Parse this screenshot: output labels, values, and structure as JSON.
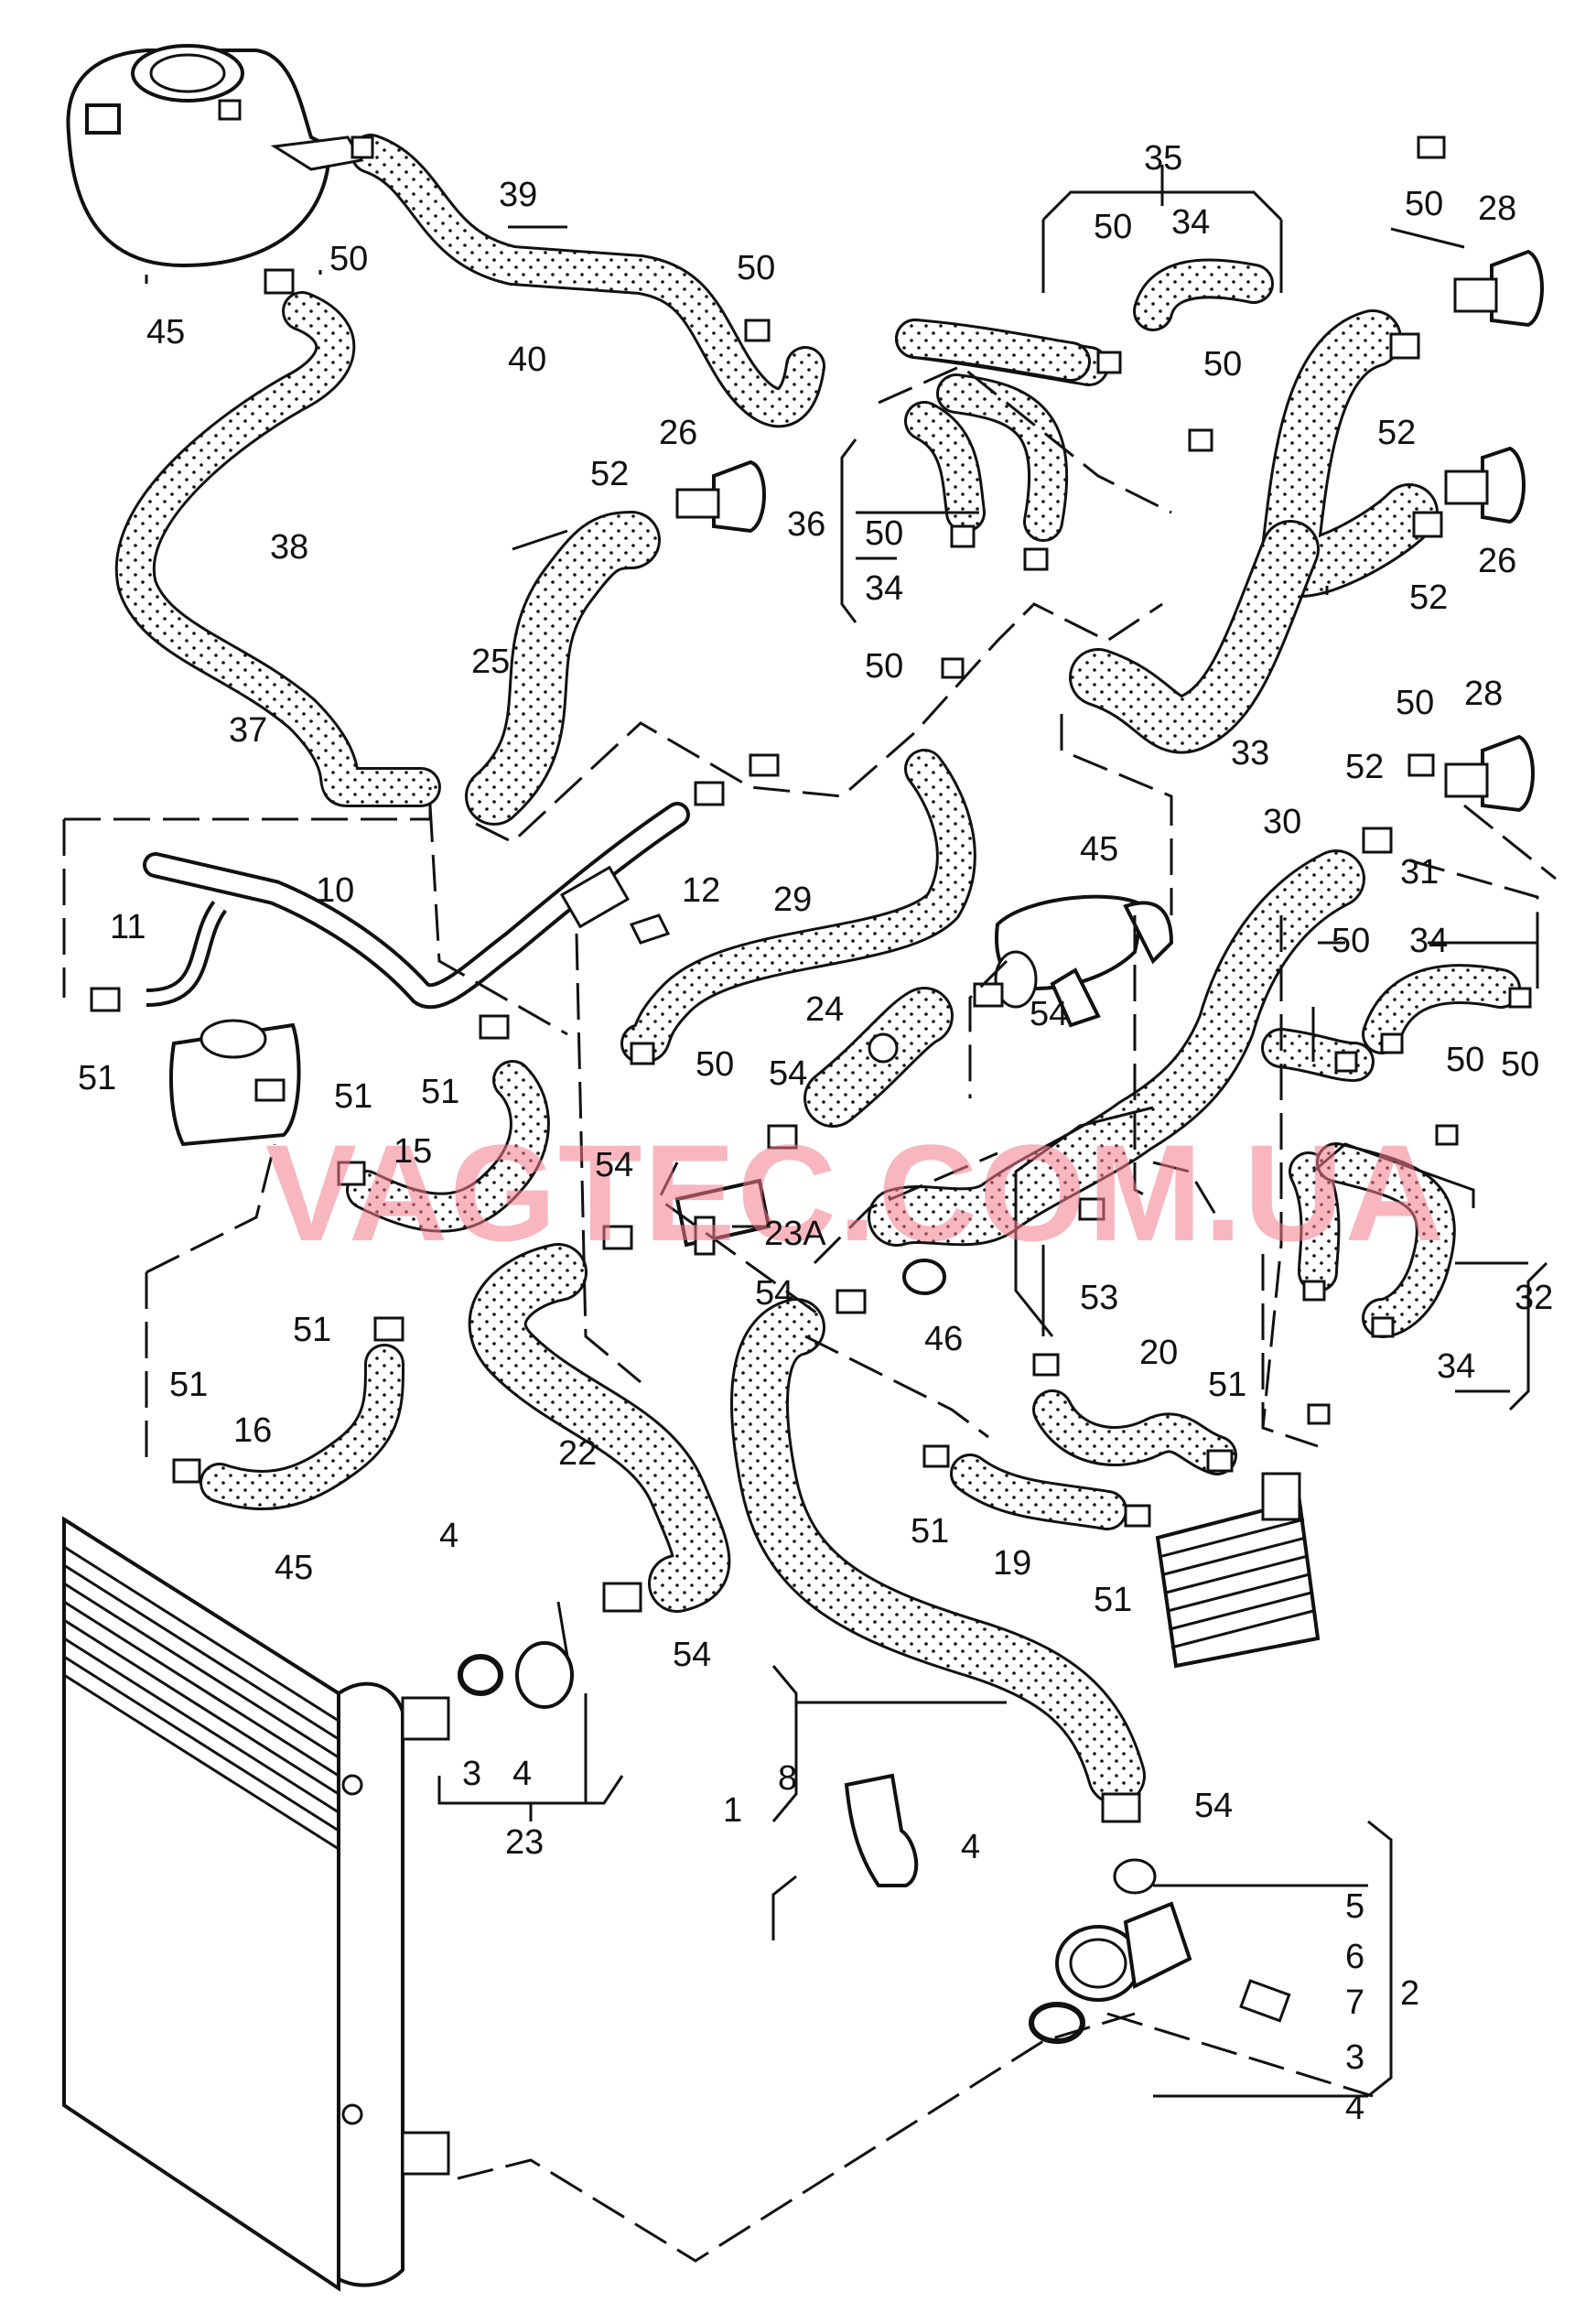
{
  "watermark": "VAGTEC.COM.UA",
  "labels": {
    "l1": "1",
    "l2": "2",
    "l3a": "3",
    "l3b": "3",
    "l4a": "4",
    "l4b": "4",
    "l4c": "4",
    "l4d": "4",
    "l5": "5",
    "l6": "6",
    "l7": "7",
    "l8": "8",
    "l10": "10",
    "l11": "11",
    "l12": "12",
    "l15": "15",
    "l16": "16",
    "l19": "19",
    "l20": "20",
    "l22": "22",
    "l23": "23",
    "l23a": "23A",
    "l24": "24",
    "l25": "25",
    "l26a": "26",
    "l26b": "26",
    "l28a": "28",
    "l28b": "28",
    "l29": "29",
    "l30": "30",
    "l31": "31",
    "l32": "32",
    "l33": "33",
    "l34a": "34",
    "l34b": "34",
    "l34c": "34",
    "l34d": "34",
    "l35": "35",
    "l36": "36",
    "l37": "37",
    "l38": "38",
    "l39": "39",
    "l40": "40",
    "l45a": "45",
    "l45b": "45",
    "l45c": "45",
    "l46": "46",
    "l50a": "50",
    "l50b": "50",
    "l50c": "50",
    "l50d": "50",
    "l50e": "50",
    "l50f": "50",
    "l50g": "50",
    "l50h": "50",
    "l50i": "50",
    "l50j": "50",
    "l50k": "50",
    "l50l": "50",
    "l51a": "51",
    "l51b": "51",
    "l51c": "51",
    "l51d": "51",
    "l51e": "51",
    "l51f": "51",
    "l51g": "51",
    "l51h": "51",
    "l52a": "52",
    "l52b": "52",
    "l52c": "52",
    "l52d": "52",
    "l53": "53",
    "l54a": "54",
    "l54b": "54",
    "l54c": "54",
    "l54d": "54",
    "l54e": "54",
    "l54f": "54"
  }
}
